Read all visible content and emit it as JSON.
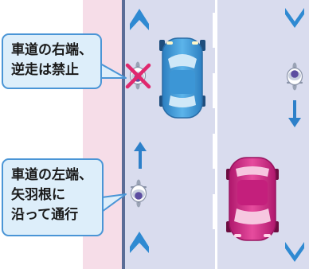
{
  "callouts": [
    {
      "lines": [
        "車道の右端、",
        "逆走は禁止"
      ]
    },
    {
      "lines": [
        "車道の左端、",
        "矢羽根に",
        "沿って通行"
      ]
    }
  ],
  "colors": {
    "sidewalk": "#f6dde8",
    "road": "#d9dcee",
    "curb_line": "#5b6d97",
    "lane_marking": "#ffffff",
    "arrow_marking": "#2f8ad2",
    "blue_car": "#4aa6e3",
    "pink_car": "#d92e8c",
    "direction_arrow": "#2d80c9",
    "prohibited_mark": "#e0286e",
    "callout_fill": "#ddeefa",
    "callout_border": "#4a95d6"
  },
  "icons": {
    "blue_car": "car-top-view-icon",
    "pink_car": "car-top-view-icon",
    "cyclists": "bicycle-rider-top-view-icon",
    "prohibited": "cross-mark-icon",
    "arrows": "arrow-icon",
    "road_markings": "chevron-arrow-marking-icon"
  }
}
